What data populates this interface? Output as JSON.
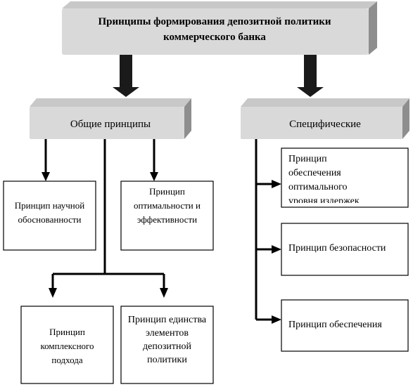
{
  "title": "Принципы формирования депозитной политики коммерческого банка",
  "groups": {
    "general": "Общие принципы",
    "specific": "Специфические"
  },
  "general_boxes": {
    "validity": "Принцип научной обоснованности",
    "optimality": "Принцип оптимальности и эффективности",
    "complexity": "Принцип комплексного подхода",
    "unity": "Принцип единства элементов депозитной политики"
  },
  "specific_boxes": {
    "costs": "Принцип обеспечения оптимального уровня издержек",
    "safety": "Принцип безопасности",
    "provision": "Принцип обеспечения"
  }
}
